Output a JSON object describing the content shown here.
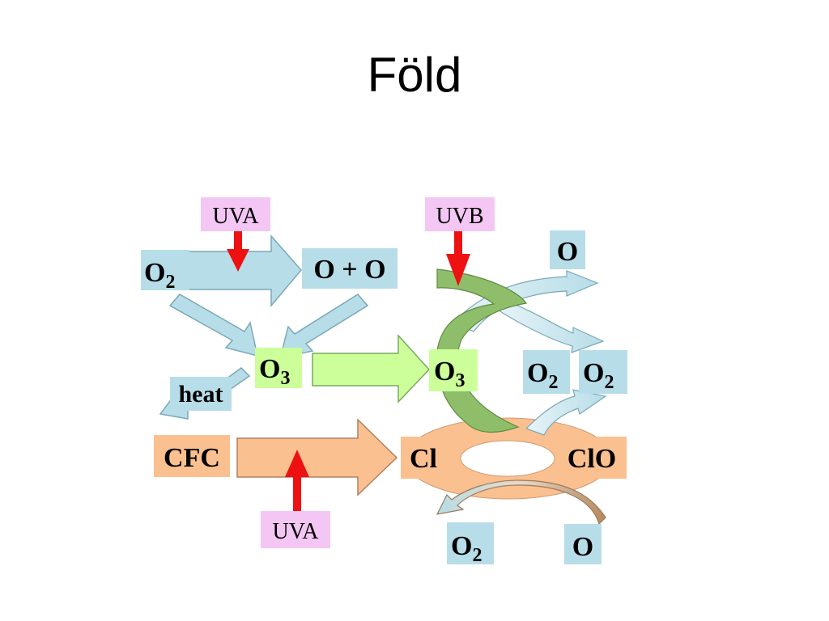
{
  "title": "Föld",
  "labels": {
    "uva_top": "UVA",
    "uvb_top": "UVB",
    "o2_left": "O",
    "o2_left_sub": "2",
    "o_plus_o": "O + O",
    "o3_center": "O",
    "o3_center_sub": "3",
    "o3_right": "O",
    "o3_right_sub": "3",
    "heat": "heat",
    "o_top_right": "O",
    "o2_mid_a": "O",
    "o2_mid_a_sub": "2",
    "o2_mid_b": "O",
    "o2_mid_b_sub": "2",
    "cfc": "CFC",
    "cl": "Cl",
    "clo": "ClO",
    "uva_bottom": "UVA",
    "o2_bottom": "O",
    "o2_bottom_sub": "2",
    "o_bottom": "O"
  },
  "colors": {
    "box_blue": "#b7dde8",
    "box_pink": "#f4c6f4",
    "box_green": "#ccff99",
    "box_orange": "#fac090",
    "arrow_blue_fill": "#b7dde8",
    "arrow_blue_stroke": "#7aa8b8",
    "arrow_green": "#ccff99",
    "arrow_orange": "#fac090",
    "curve_green": "#8fbe6a",
    "curve_brown": "#c49a6c",
    "uv_red": "#ee1111"
  }
}
